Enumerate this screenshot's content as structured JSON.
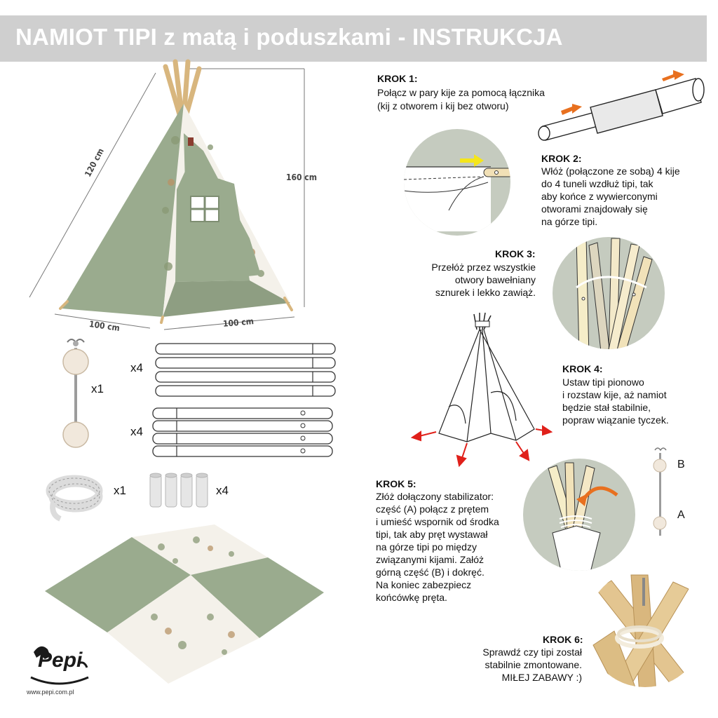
{
  "title": "NAMIOT TIPI z matą i poduszkami - INSTRUKCJA",
  "dimensions": {
    "height_side": "120 cm",
    "height_total": "160 cm",
    "base_left": "100 cm",
    "base_right": "100 cm"
  },
  "parts": {
    "stabilizer_qty": "x1",
    "poles_top_qty": "x4",
    "poles_bottom_qty": "x4",
    "rope_qty": "x1",
    "connectors_qty": "x4"
  },
  "steps": [
    {
      "heading": "KROK 1:",
      "lines": [
        "Połącz w pary kije za pomocą łącznika",
        "(kij z otworem i kij bez otworu)"
      ]
    },
    {
      "heading": "KROK 2:",
      "lines": [
        "Włóż (połączone ze sobą) 4 kije",
        "do 4 tuneli wzdłuż tipi, tak",
        "aby końce z wywierconymi",
        "otworami znajdowały się",
        "na górze tipi."
      ]
    },
    {
      "heading": "KROK 3:",
      "lines": [
        "Przełóż przez wszystkie",
        "otwory bawełniany",
        "sznurek i lekko zawiąż."
      ]
    },
    {
      "heading": "KROK 4:",
      "lines": [
        "Ustaw tipi pionowo",
        "i rozstaw kije, aż namiot",
        "będzie stał stabilnie,",
        "popraw wiązanie tyczek."
      ]
    },
    {
      "heading": "KROK 5:",
      "lines": [
        "Złóż dołączony stabilizator:",
        "część (A) połącz z prętem",
        "i umieść wspornik od środka",
        "tipi, tak aby pręt wystawał",
        "na górze tipi po między",
        "związanymi kijami. Załóż",
        "górną część (B) i dokręć.",
        "Na koniec zabezpiecz",
        "końcówkę pręta."
      ]
    },
    {
      "heading": "KROK 6:",
      "lines": [
        "Sprawdź czy tipi został",
        "stabilnie zmontowane.",
        "MIŁEJ ZABAWY :)"
      ]
    }
  ],
  "stabilizer_labels": {
    "top": "B",
    "bottom": "A"
  },
  "brand": {
    "logo_text": "Pepi",
    "url": "www.pepi.com.pl"
  },
  "colors": {
    "sage": "#9aab8e",
    "circle_bg": "#c5cbbf",
    "title_bar": "#cfcfcf",
    "arrow_orange": "#e8701f",
    "arrow_red": "#e0201a",
    "arrow_yellow": "#f5e61a"
  }
}
